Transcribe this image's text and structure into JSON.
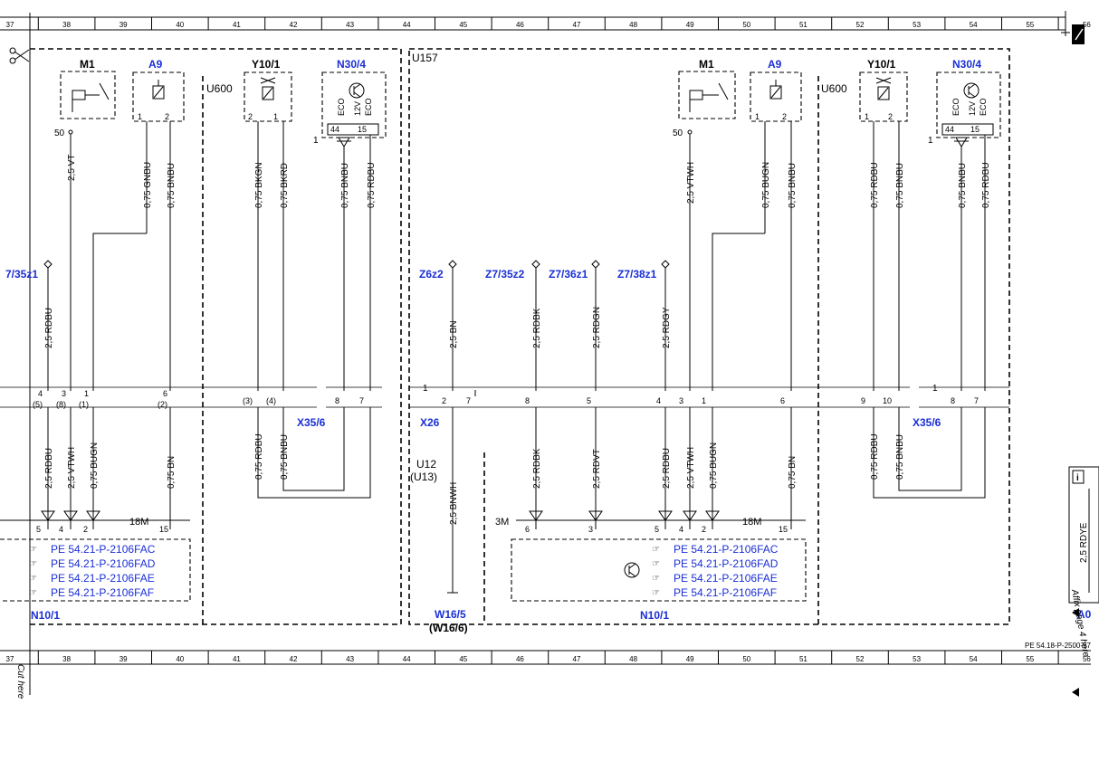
{
  "grid": {
    "columns": [
      "37",
      "38",
      "39",
      "40",
      "41",
      "42",
      "43",
      "44",
      "45",
      "46",
      "47",
      "48",
      "49",
      "50",
      "51",
      "52",
      "53",
      "54",
      "55",
      "56"
    ],
    "ref": "PE 54.18-P-2500-97"
  },
  "side": {
    "cut_here": "Cut here",
    "affix_here": "Affix page 4 here",
    "right_wire": "2,5 RDYE",
    "right_comp": "A0"
  },
  "left": {
    "m1": "M1",
    "m1_pin": "50",
    "a9": "A9",
    "a9_pins": [
      "1",
      "2"
    ],
    "u600": "U600",
    "y10": "Y10/1",
    "y10_pins": [
      "2",
      "1"
    ],
    "n30": "N30/4",
    "n30_pin": "1",
    "n30_pins": [
      "44",
      "15"
    ],
    "n30_inner": [
      "ECO",
      "12V",
      "ECO"
    ],
    "z_conn": "7/35z1",
    "upper_wires": [
      "2,5 VT",
      "0,75 GNBU",
      "0,75 BNBU",
      "0,75 BKGN",
      "0,75 BKRD",
      "0,75 BNBU",
      "0,75 RDBU"
    ],
    "mid_wire": "2,5 RDBU",
    "x35_pins": [
      "4",
      "3",
      "1",
      "6",
      "(3)",
      "(4)",
      "8",
      "7"
    ],
    "x35_subpins": [
      "(5)",
      "(8)",
      "(1)",
      "(2)"
    ],
    "x35": "X35/6",
    "lower_wires": [
      "2,5 RDBU",
      "2,5 VTWH",
      "0,75 BUGN",
      "0,75 BN",
      "0,75 RDBU",
      "0,75 BNBU"
    ],
    "n10_pins": [
      "5",
      "4",
      "2",
      "15"
    ],
    "n10_18m": "18M",
    "n10": "N10/1",
    "pe_refs": [
      "PE 54.21-P-2106FAC",
      "PE 54.21-P-2106FAD",
      "PE 54.21-P-2106FAE",
      "PE 54.21-P-2106FAF"
    ]
  },
  "right": {
    "u157": "U157",
    "m1": "M1",
    "m1_pin": "50",
    "a9": "A9",
    "a9_pins": [
      "1",
      "2"
    ],
    "u600": "U600",
    "y10": "Y10/1",
    "y10_pins": [
      "1",
      "2"
    ],
    "n30": "N30/4",
    "n30_pin": "1",
    "n30_pins": [
      "44",
      "15"
    ],
    "n30_inner": [
      "ECO",
      "12V",
      "ECO"
    ],
    "upper_wires": [
      "2,5 VTWH",
      "0,75 BUGN",
      "0,75 BNBU",
      "0,75 RDBU",
      "0,75 BNBU",
      "0,75 BNBU",
      "0,75 RDBU"
    ],
    "z_conns": [
      "Z6z2",
      "Z7/35z2",
      "Z7/36z1",
      "Z7/38z1"
    ],
    "mid_wires": [
      "2,5 BN",
      "2,5 RDBK",
      "2,5 RDGN",
      "2,5 RDGY"
    ],
    "x26_pins": [
      "1",
      "2",
      "7",
      "8",
      "5",
      "4",
      "3",
      "1",
      "6"
    ],
    "x26": "X26",
    "x35_pins": [
      "9",
      "10",
      "1",
      "8",
      "7"
    ],
    "x35": "X35/6",
    "u12": "U12",
    "u13": "(U13)",
    "lower_wires": [
      "2,5 BNWH",
      "2,5 RDBK",
      "2,5 RDVT",
      "2,5 RDBU",
      "2,5 VTWH",
      "0,75 BUGN",
      "0,75 BN",
      "0,75 RDBU",
      "0,75 BNBU"
    ],
    "n10_pins": [
      "6",
      "3",
      "5",
      "4",
      "2",
      "15"
    ],
    "n10_3m": "3M",
    "n10_18m": "18M",
    "n10": "N10/1",
    "pe_refs": [
      "PE 54.21-P-2106FAC",
      "PE 54.21-P-2106FAD",
      "PE 54.21-P-2106FAE",
      "PE 54.21-P-2106FAF"
    ],
    "w16": "W16/5",
    "w16b": "(W16/6)"
  }
}
